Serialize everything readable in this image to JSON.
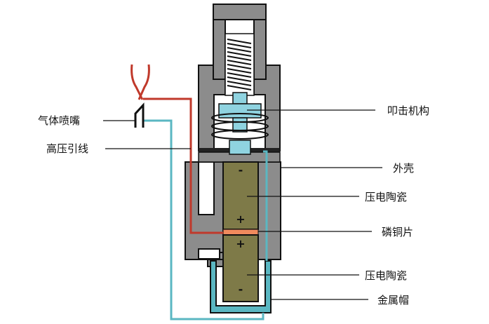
{
  "labels": {
    "percussion_mechanism": "叩击机构",
    "gas_nozzle": "气体喷嘴",
    "hv_lead": "高压引线",
    "housing": "外壳",
    "piezo_top": "压电陶瓷",
    "copper_sheet": "磷铜片",
    "piezo_bottom": "压电陶瓷",
    "metal_cap": "金属帽"
  },
  "polarity": {
    "top_upper": "-",
    "top_lower": "+",
    "bottom_upper": "+",
    "bottom_lower": "-"
  },
  "colors": {
    "housing": "#8c8c8c",
    "piezo": "#7e7a48",
    "copper": "#f08a5d",
    "hv_wire": "#c0392b",
    "ground_wire": "#5ab7c2",
    "hammer": "#8fd3e0",
    "spark": "#c0392b",
    "outline": "#111111"
  }
}
